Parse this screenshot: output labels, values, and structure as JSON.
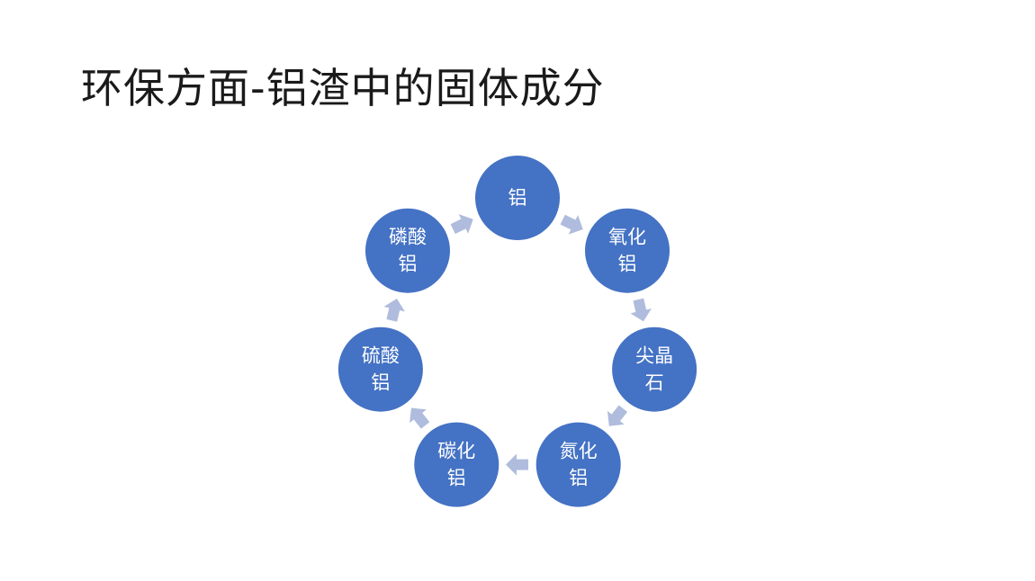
{
  "slide": {
    "title": "环保方面-铝渣中的固体成分"
  },
  "diagram": {
    "type": "cycle",
    "node_color": "#4472C4",
    "arrow_color": "#AFBCDD",
    "text_color": "#FFFFFF",
    "nodes": [
      {
        "lines": [
          "铝"
        ]
      },
      {
        "lines": [
          "氧化",
          "铝"
        ]
      },
      {
        "lines": [
          "尖晶",
          "石"
        ]
      },
      {
        "lines": [
          "氮化",
          "铝"
        ]
      },
      {
        "lines": [
          "碳化",
          "铝"
        ]
      },
      {
        "lines": [
          "硫酸",
          "铝"
        ]
      },
      {
        "lines": [
          "磷酸",
          "铝"
        ]
      }
    ]
  }
}
